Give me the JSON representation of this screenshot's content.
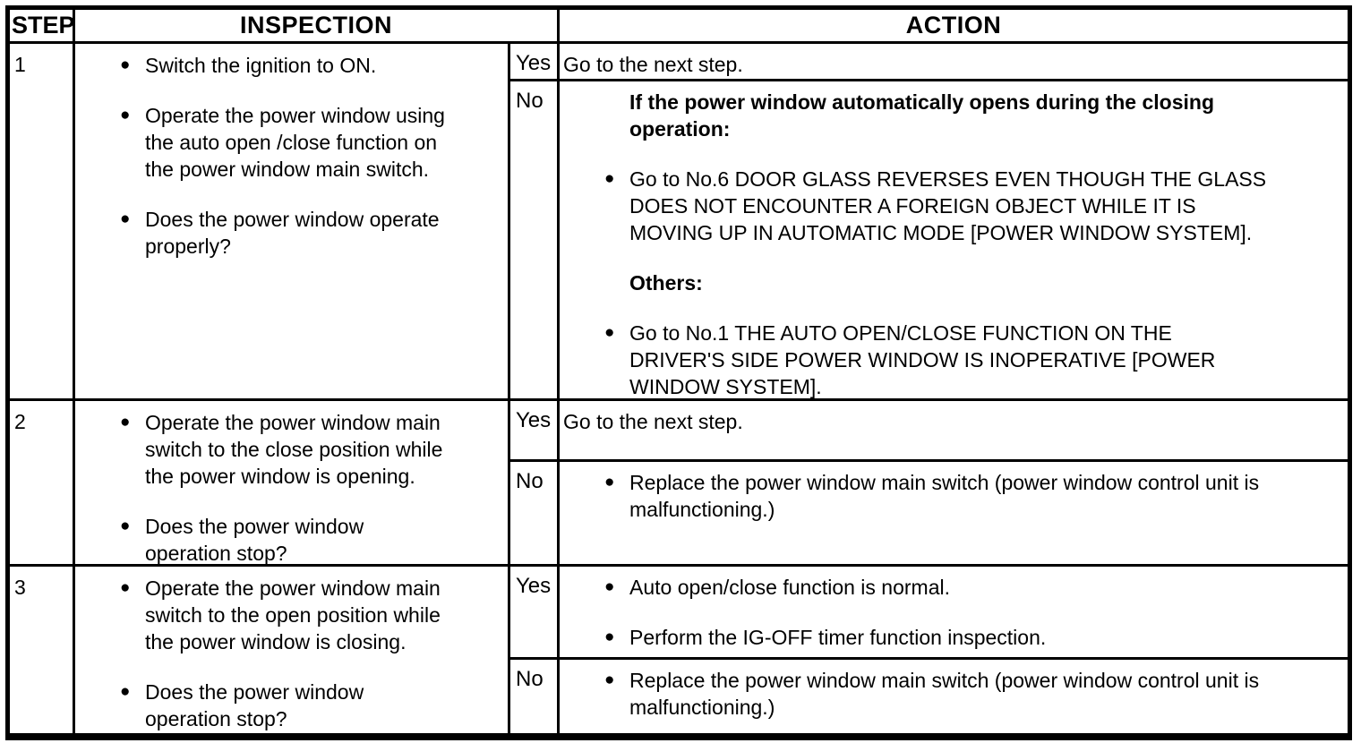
{
  "icons": {
    "bullet": "●"
  },
  "colors": {
    "text": "#000000",
    "background": "#ffffff",
    "line": "#000000"
  },
  "header": {
    "step": "STEP",
    "inspection": "INSPECTION",
    "action": "ACTION"
  },
  "labels": {
    "yes": "Yes",
    "no": "No"
  },
  "steps": [
    {
      "number": "1",
      "inspection_bullets": [
        "Switch the ignition to ON.",
        "Operate the power window using\nthe auto open /close function on\nthe power window main switch.",
        "Does the power window operate\nproperly?"
      ],
      "yes_action_text": "Go to the next step.",
      "no_action": {
        "heading1": "If the power window automatically opens during the closing\noperation:",
        "bullet1": "Go to No.6 DOOR GLASS REVERSES EVEN THOUGH THE GLASS\nDOES NOT ENCOUNTER A FOREIGN OBJECT WHILE IT IS\nMOVING UP IN AUTOMATIC MODE [POWER WINDOW SYSTEM].",
        "heading2": "Others:",
        "bullet2": "Go to No.1 THE AUTO OPEN/CLOSE FUNCTION ON THE\nDRIVER'S SIDE POWER WINDOW IS INOPERATIVE [POWER\nWINDOW SYSTEM]."
      }
    },
    {
      "number": "2",
      "inspection_bullets": [
        "Operate the power window main\nswitch to the close position while\nthe power window is opening.",
        "Does the power window\noperation stop?"
      ],
      "yes_action_text": "Go to the next step.",
      "no_action": {
        "bullet1": "Replace the power window main switch (power window control unit is\nmalfunctioning.)"
      }
    },
    {
      "number": "3",
      "inspection_bullets": [
        "Operate the power window main\nswitch to the open position while\nthe power window is closing.",
        "Does the power window\noperation stop?"
      ],
      "yes_action_bullets": [
        "Auto open/close function is normal.",
        "Perform the IG-OFF timer function inspection."
      ],
      "no_action": {
        "bullet1": "Replace the power window main switch (power window control unit is\nmalfunctioning.)"
      }
    }
  ]
}
